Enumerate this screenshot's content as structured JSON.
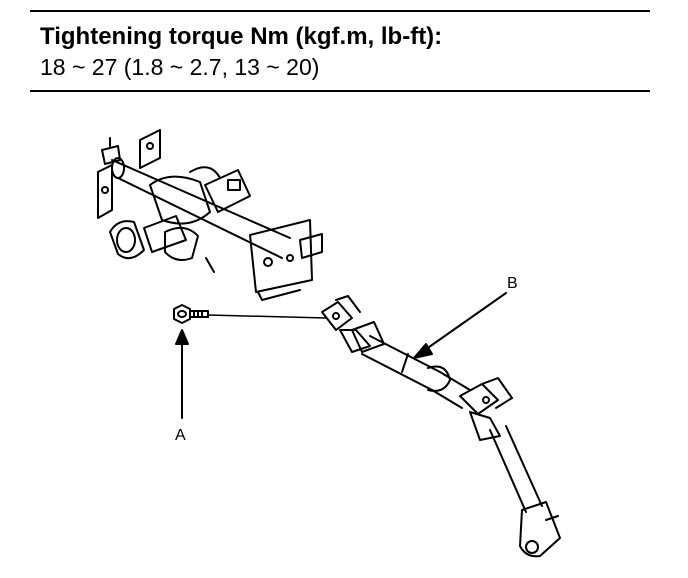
{
  "spec": {
    "title": "Tightening torque Nm (kgf.m, lb-ft):",
    "value": "18 ~ 27 (1.8 ~ 2.7, 13 ~ 20)"
  },
  "callouts": {
    "a": "A",
    "b": "B"
  }
}
